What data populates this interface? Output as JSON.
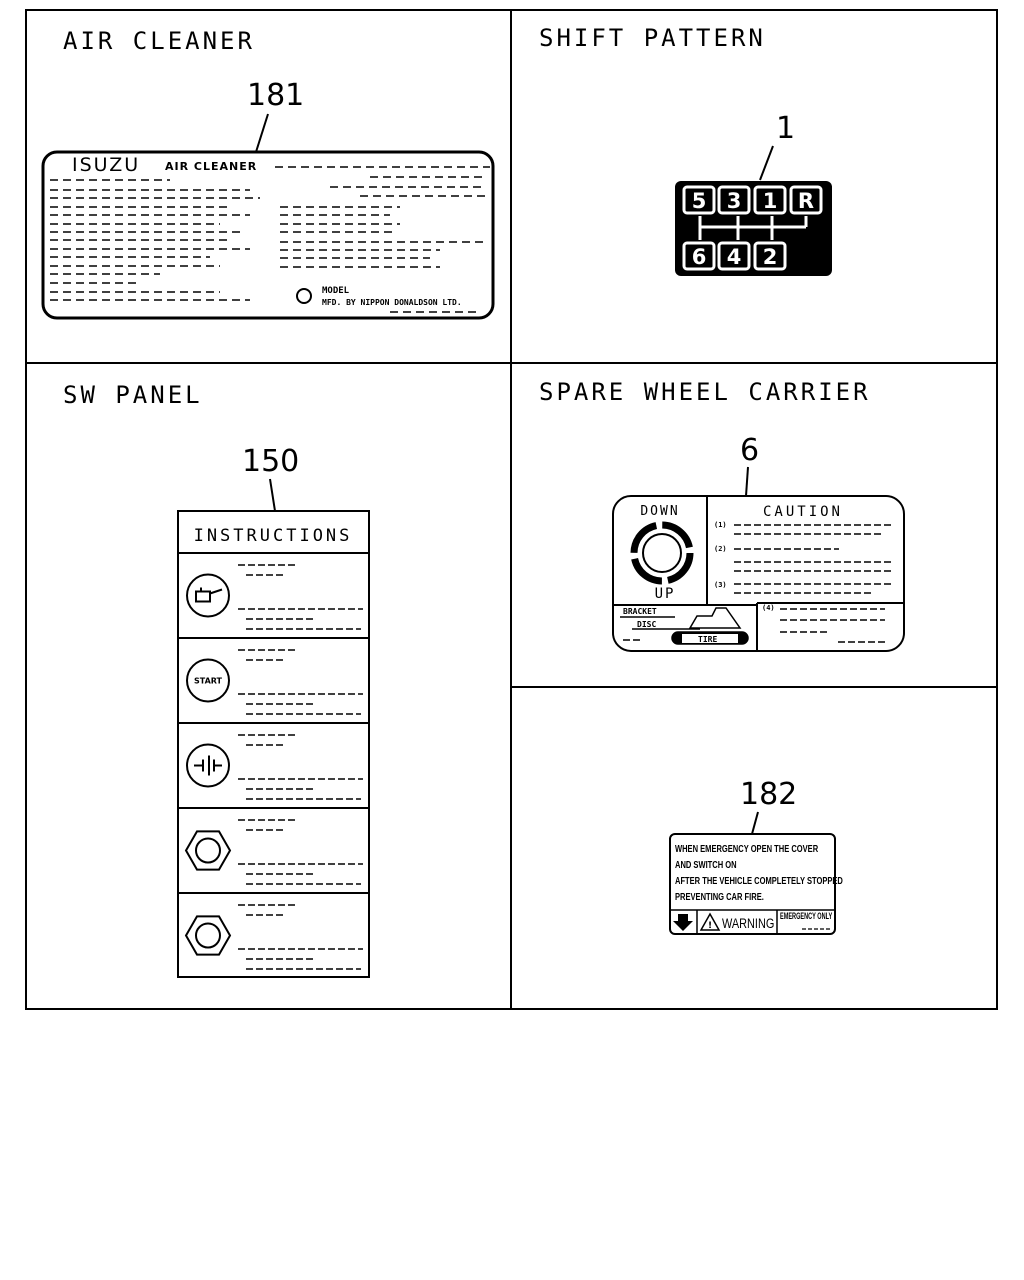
{
  "panels": {
    "air_cleaner": {
      "title": "AIR CLEANER",
      "callout": "181",
      "label": {
        "brand": "ISUZU",
        "subtitle": "AIR CLEANER",
        "model": "MODEL",
        "maker": "MFD. BY NIPPON DONALDSON LTD."
      }
    },
    "shift_pattern": {
      "title": "SHIFT PATTERN",
      "callout": "1",
      "top_gears": [
        "5",
        "3",
        "1",
        "R"
      ],
      "bottom_gears": [
        "6",
        "4",
        "2"
      ]
    },
    "sw_panel": {
      "title": "SW PANEL",
      "callout": "150",
      "header": "INSTRUCTIONS",
      "rows": [
        {
          "icon": "oil-can-icon"
        },
        {
          "icon": "start-icon",
          "text": "START"
        },
        {
          "icon": "battery-icon"
        },
        {
          "icon": "hex-nut-icon"
        },
        {
          "icon": "hex-nut-icon"
        }
      ]
    },
    "spare_wheel_carrier": {
      "title": "SPARE WHEEL CARRIER",
      "callout": "6",
      "down": "DOWN",
      "up": "UP",
      "caution": "CAUTION",
      "items": [
        "(1)",
        "(2)",
        "(3)",
        "(4)"
      ],
      "bracket": "BRACKET",
      "disc": "DISC",
      "tire": "TIRE"
    },
    "warning_label": {
      "callout": "182",
      "lines": [
        "WHEN EMERGENCY OPEN THE COVER",
        "AND SWITCH ON",
        "AFTER THE VEHICLE COMPLETELY STOPPED",
        "PREVENTING CAR FIRE."
      ],
      "warning": "WARNING",
      "emergency": "EMERGENCY ONLY"
    }
  }
}
